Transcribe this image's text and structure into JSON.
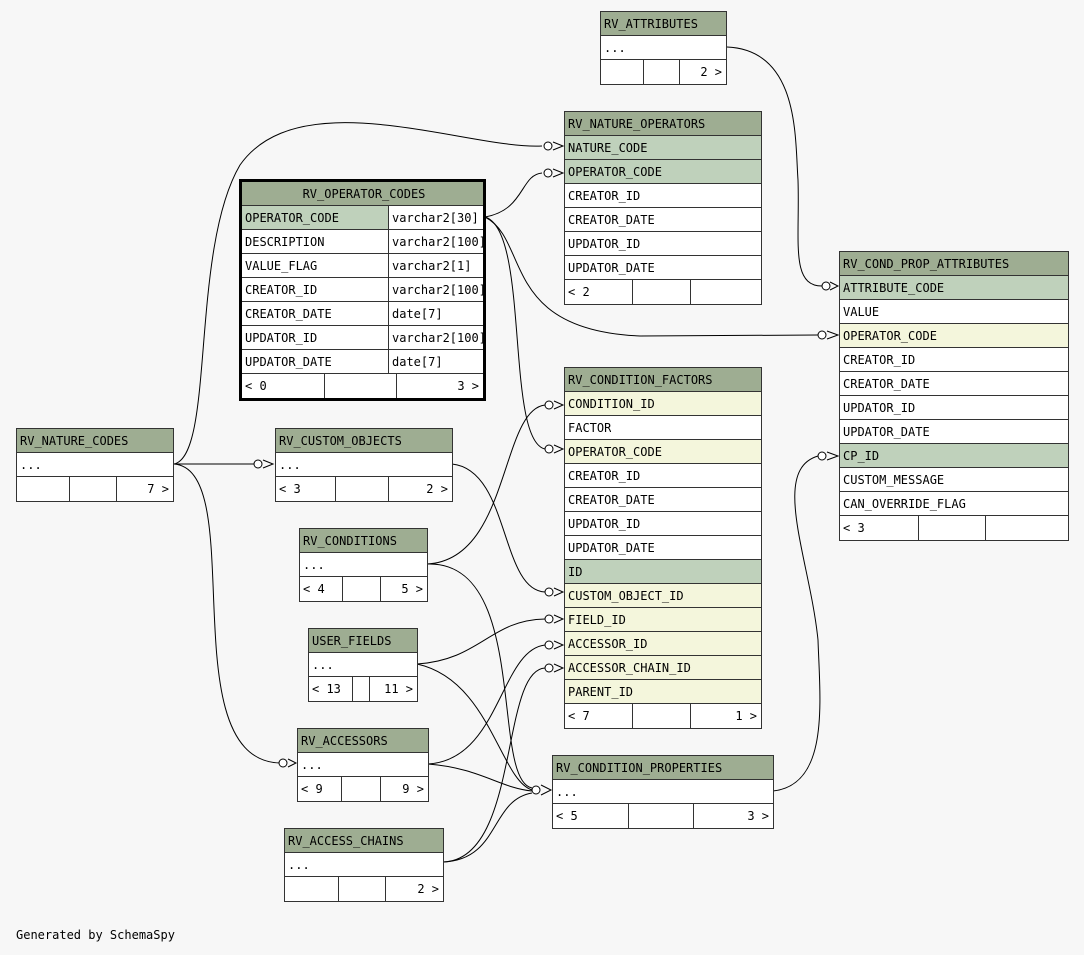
{
  "footer_text": "Generated by SchemaSpy",
  "tables": {
    "rv_attributes": {
      "name": "RV_ATTRIBUTES",
      "rows": [
        "..."
      ],
      "footer": [
        "",
        "",
        "2 >"
      ]
    },
    "rv_nature_operators": {
      "name": "RV_NATURE_OPERATORS",
      "rows": [
        "NATURE_CODE",
        "OPERATOR_CODE",
        "CREATOR_ID",
        "CREATOR_DATE",
        "UPDATOR_ID",
        "UPDATOR_DATE"
      ],
      "footer": [
        "< 2",
        "",
        ""
      ]
    },
    "rv_operator_codes": {
      "name": "RV_OPERATOR_CODES",
      "rows": [
        {
          "col": "OPERATOR_CODE",
          "type": "varchar2[30]"
        },
        {
          "col": "DESCRIPTION",
          "type": "varchar2[100]"
        },
        {
          "col": "VALUE_FLAG",
          "type": "varchar2[1]"
        },
        {
          "col": "CREATOR_ID",
          "type": "varchar2[100]"
        },
        {
          "col": "CREATOR_DATE",
          "type": "date[7]"
        },
        {
          "col": "UPDATOR_ID",
          "type": "varchar2[100]"
        },
        {
          "col": "UPDATOR_DATE",
          "type": "date[7]"
        }
      ],
      "footer": [
        "< 0",
        "",
        "3 >"
      ]
    },
    "rv_cond_prop_attributes": {
      "name": "RV_COND_PROP_ATTRIBUTES",
      "rows": [
        "ATTRIBUTE_CODE",
        "VALUE",
        "OPERATOR_CODE",
        "CREATOR_ID",
        "CREATOR_DATE",
        "UPDATOR_ID",
        "UPDATOR_DATE",
        "CP_ID",
        "CUSTOM_MESSAGE",
        "CAN_OVERRIDE_FLAG"
      ],
      "footer": [
        "< 3",
        "",
        ""
      ]
    },
    "rv_condition_factors": {
      "name": "RV_CONDITION_FACTORS",
      "rows": [
        "CONDITION_ID",
        "FACTOR",
        "OPERATOR_CODE",
        "CREATOR_ID",
        "CREATOR_DATE",
        "UPDATOR_ID",
        "UPDATOR_DATE",
        "ID",
        "CUSTOM_OBJECT_ID",
        "FIELD_ID",
        "ACCESSOR_ID",
        "ACCESSOR_CHAIN_ID",
        "PARENT_ID"
      ],
      "footer": [
        "< 7",
        "",
        "1 >"
      ]
    },
    "rv_nature_codes": {
      "name": "RV_NATURE_CODES",
      "rows": [
        "..."
      ],
      "footer": [
        "",
        "",
        "7 >"
      ]
    },
    "rv_custom_objects": {
      "name": "RV_CUSTOM_OBJECTS",
      "rows": [
        "..."
      ],
      "footer": [
        "< 3",
        "",
        "2 >"
      ]
    },
    "rv_conditions": {
      "name": "RV_CONDITIONS",
      "rows": [
        "..."
      ],
      "footer": [
        "< 4",
        "",
        "5 >"
      ]
    },
    "user_fields": {
      "name": "USER_FIELDS",
      "rows": [
        "..."
      ],
      "footer": [
        "< 13",
        "",
        "11 >"
      ]
    },
    "rv_accessors": {
      "name": "RV_ACCESSORS",
      "rows": [
        "..."
      ],
      "footer": [
        "< 9",
        "",
        "9 >"
      ]
    },
    "rv_condition_properties": {
      "name": "RV_CONDITION_PROPERTIES",
      "rows": [
        "..."
      ],
      "footer": [
        "< 5",
        "",
        "3 >"
      ]
    },
    "rv_access_chains": {
      "name": "RV_ACCESS_CHAINS",
      "rows": [
        "..."
      ],
      "footer": [
        "",
        "",
        "2 >"
      ]
    }
  }
}
